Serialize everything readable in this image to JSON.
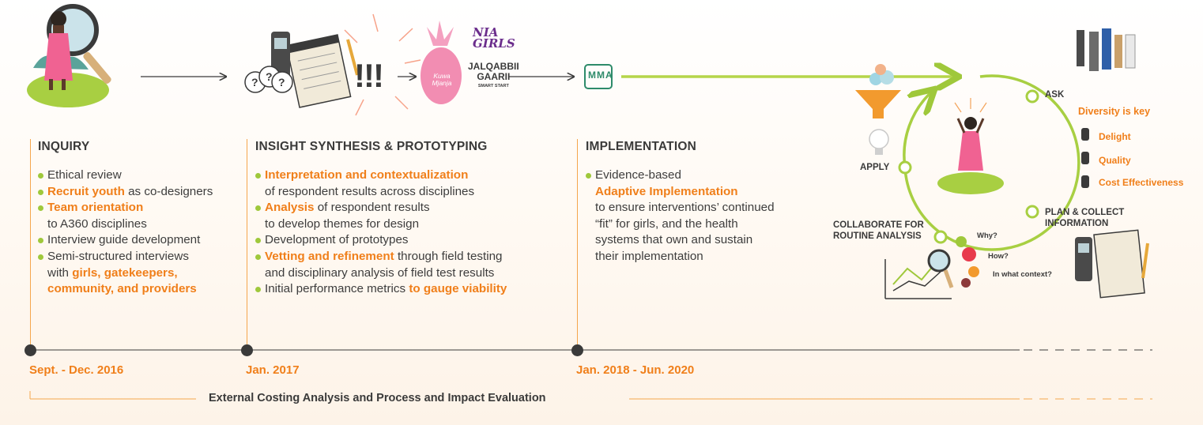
{
  "phases": [
    {
      "title": "INQUIRY",
      "date": "Sept. - Dec. 2016",
      "items": [
        {
          "bullet": true,
          "parts": [
            {
              "t": "Ethical review",
              "hl": false
            }
          ]
        },
        {
          "bullet": true,
          "parts": [
            {
              "t": "Recruit youth",
              "hl": true
            },
            {
              "t": " as co-designers",
              "hl": false
            }
          ]
        },
        {
          "bullet": true,
          "parts": [
            {
              "t": "Team orientation",
              "hl": true
            }
          ]
        },
        {
          "bullet": false,
          "parts": [
            {
              "t": "to A360 disciplines",
              "hl": false
            }
          ]
        },
        {
          "bullet": true,
          "parts": [
            {
              "t": "Interview guide development",
              "hl": false
            }
          ]
        },
        {
          "bullet": true,
          "parts": [
            {
              "t": "Semi-structured interviews",
              "hl": false
            }
          ]
        },
        {
          "bullet": false,
          "parts": [
            {
              "t": "with ",
              "hl": false
            },
            {
              "t": "girls, gatekeepers,",
              "hl": true
            }
          ]
        },
        {
          "bullet": false,
          "parts": [
            {
              "t": "community, and providers",
              "hl": true
            }
          ]
        }
      ]
    },
    {
      "title": "INSIGHT SYNTHESIS & PROTOTYPING",
      "date": "Jan. 2017",
      "items": [
        {
          "bullet": true,
          "parts": [
            {
              "t": "Interpretation and contextualization",
              "hl": true
            }
          ]
        },
        {
          "bullet": false,
          "parts": [
            {
              "t": "of respondent results across disciplines",
              "hl": false
            }
          ]
        },
        {
          "bullet": true,
          "parts": [
            {
              "t": "Analysis",
              "hl": true
            },
            {
              "t": " of respondent results",
              "hl": false
            }
          ]
        },
        {
          "bullet": false,
          "parts": [
            {
              "t": "to develop themes for design",
              "hl": false
            }
          ]
        },
        {
          "bullet": true,
          "parts": [
            {
              "t": "Development of prototypes",
              "hl": false
            }
          ]
        },
        {
          "bullet": true,
          "parts": [
            {
              "t": "Vetting and refinement",
              "hl": true
            },
            {
              "t": " through field testing",
              "hl": false
            }
          ]
        },
        {
          "bullet": false,
          "parts": [
            {
              "t": "and disciplinary analysis of field test results",
              "hl": false
            }
          ]
        },
        {
          "bullet": true,
          "parts": [
            {
              "t": "Initial performance metrics ",
              "hl": false
            },
            {
              "t": "to gauge viability",
              "hl": true
            }
          ]
        }
      ]
    },
    {
      "title": "IMPLEMENTATION",
      "date": "Jan. 2018 - Jun. 2020",
      "items": [
        {
          "bullet": true,
          "parts": [
            {
              "t": "Evidence-based",
              "hl": false
            }
          ]
        },
        {
          "bullet": false,
          "parts": [
            {
              "t": "Adaptive Implementation",
              "hl": true
            }
          ]
        },
        {
          "bullet": false,
          "parts": [
            {
              "t": "to ensure interventions’ continued",
              "hl": false
            }
          ]
        },
        {
          "bullet": false,
          "parts": [
            {
              "t": "“fit” for girls, and the health",
              "hl": false
            }
          ]
        },
        {
          "bullet": false,
          "parts": [
            {
              "t": "systems that own and sustain",
              "hl": false
            }
          ]
        },
        {
          "bullet": false,
          "parts": [
            {
              "t": "their implementation",
              "hl": false
            }
          ]
        }
      ]
    }
  ],
  "evaluation": "External Costing Analysis and Process and Impact Evaluation",
  "cycle": {
    "ask": "ASK",
    "apply": "APPLY",
    "plan": [
      "PLAN & COLLECT",
      "INFORMATION"
    ],
    "collaborate": [
      "COLLABORATE FOR",
      "ROUTINE ANALYSIS"
    ],
    "questions": [
      "Why?",
      "How?",
      "In what context?"
    ]
  },
  "diversity": {
    "title": "Diversity is key",
    "items": [
      "Delight",
      "Quality",
      "Cost Effectiveness"
    ]
  },
  "logos": {
    "kuwa": [
      "Kuwa",
      "Mjanja"
    ],
    "nia": [
      "Nia",
      "Girls"
    ],
    "jalqabbii": [
      "JALQABBII",
      "GAARII",
      "SMART START"
    ],
    "mma": [
      "MMA"
    ],
    "exclaim": "!!!"
  },
  "colors": {
    "orange": "#f07f1a",
    "green": "#9fc83b",
    "dark": "#3a3a3a",
    "pink": "#f06292",
    "purple": "#6b2d8c"
  }
}
